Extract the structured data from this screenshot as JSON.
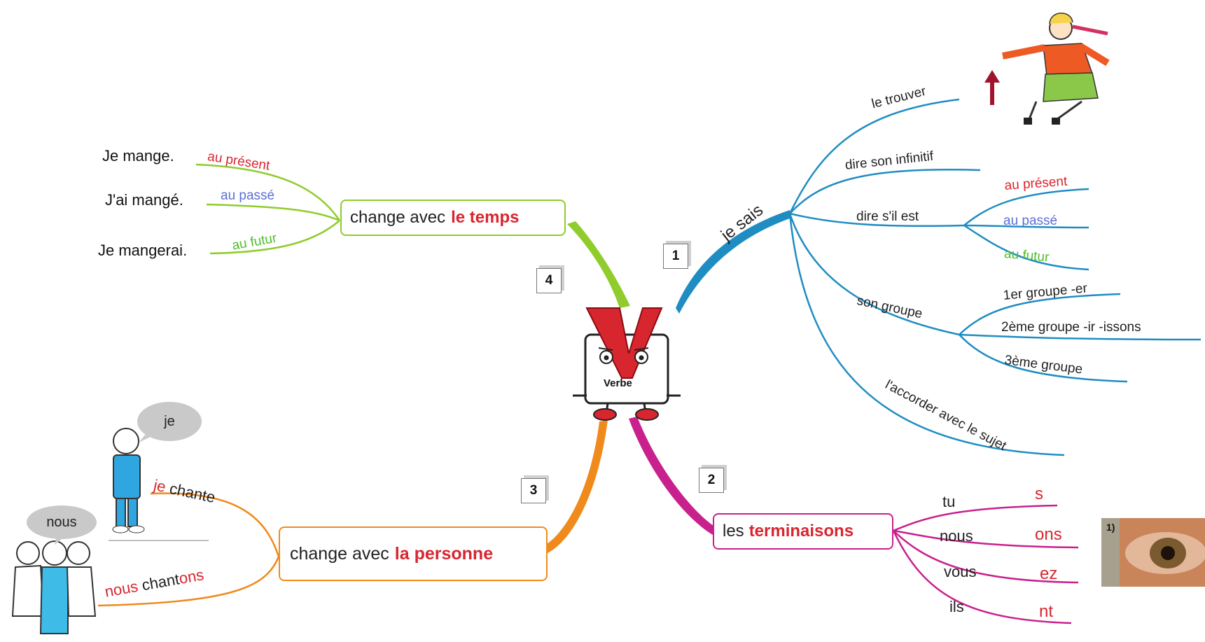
{
  "center": {
    "label": "Verbe",
    "badge_letter": "V"
  },
  "colors": {
    "green": "#8fcc2c",
    "blue": "#1f8dc2",
    "magenta": "#c8218e",
    "orange": "#f08a1c",
    "red": "#d8262f",
    "bluetext": "#5b6fd8",
    "greentext": "#4fbf2a"
  },
  "branch1": {
    "number": "1",
    "title": "je sais",
    "items": {
      "le_trouver": "le trouver",
      "dire_infinitif": "dire son infinitif",
      "dire_sil_est": "dire s'il est",
      "present": "au présent",
      "passe": "au passé",
      "futur": "au futur",
      "son_groupe": "son groupe",
      "g1": "1er groupe -er",
      "g2": "2ème groupe -ir -issons",
      "g3": "3ème groupe",
      "accorder": "l'accorder avec le sujet"
    }
  },
  "branch2": {
    "number": "2",
    "title_plain": "les",
    "title_bold": "terminaisons",
    "rows": [
      {
        "pronoun": "tu",
        "ending": "s"
      },
      {
        "pronoun": "nous",
        "ending": "ons"
      },
      {
        "pronoun": "vous",
        "ending": "ez"
      },
      {
        "pronoun": "ils",
        "ending": "nt"
      }
    ],
    "photo_tag": "1)"
  },
  "branch3": {
    "number": "3",
    "title_plain": "change avec",
    "title_bold": "la personne",
    "je_bubble": "je",
    "nous_bubble": "nous",
    "je_chante_a": "je",
    "je_chante_b": "chante",
    "nous_chantons_a": "nous",
    "nous_chantons_b": "chant",
    "nous_chantons_c": "ons"
  },
  "branch4": {
    "number": "4",
    "title_plain": "change avec",
    "title_bold": "le temps",
    "rows": [
      {
        "sentence": "Je mange.",
        "tense": "au présent"
      },
      {
        "sentence": "J'ai mangé.",
        "tense": "au passé"
      },
      {
        "sentence": "Je mangerai.",
        "tense": "au futur"
      }
    ]
  }
}
